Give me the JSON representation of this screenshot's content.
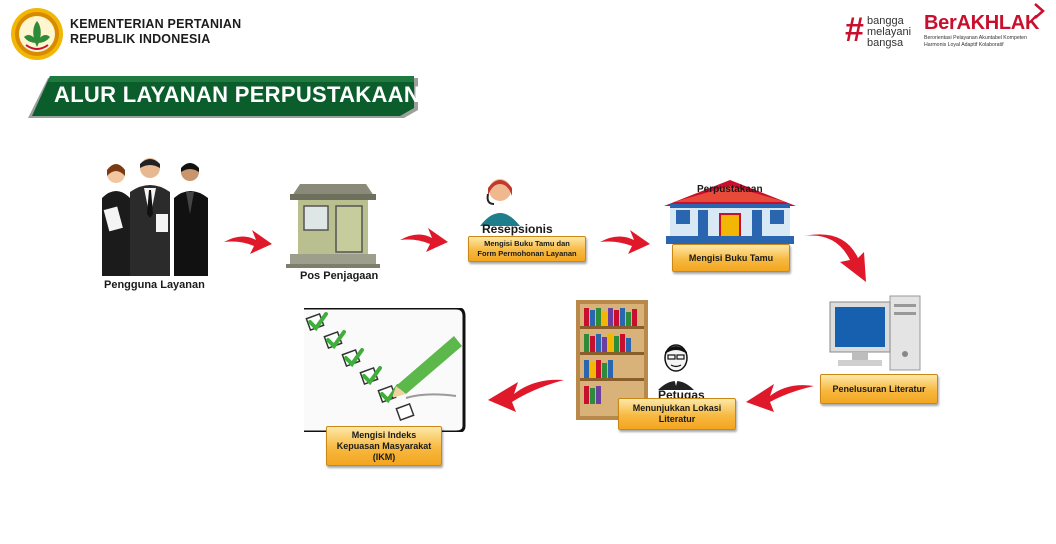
{
  "header": {
    "org_line1": "KEMENTERIAN PERTANIAN",
    "org_line2": "REPUBLIK INDONESIA",
    "bangga": {
      "w1": "bangga",
      "w2": "melayani",
      "w3": "bangsa"
    },
    "berakhlak": {
      "word": "BerAKHLAK",
      "tag1": "Berorientasi Pelayanan Akuntabel Kompeten",
      "tag2": "Harmonis Loyal Adaptif Kolaboratif"
    }
  },
  "title": "ALUR LAYANAN PERPUSTAKAAN",
  "steps": {
    "pengguna": "Pengguna Layanan",
    "pos": "Pos Penjagaan",
    "resepsionis_title": "Resepsionis",
    "resepsionis_box1": "Mengisi Buku Tamu dan",
    "resepsionis_box2": "Form Permohonan Layanan",
    "perpustakaan_sign": "Perpustakaan",
    "perpustakaan_box": "Mengisi Buku Tamu",
    "penelusuran_box": "Penelusuran Literatur",
    "petugas_title": "Petugas",
    "petugas_box1": "Menunjukkan Lokasi",
    "petugas_box2": "Literatur",
    "ikm_box1": "Mengisi Indeks",
    "ikm_box2": "Kepuasan Masyarakat",
    "ikm_box3": "(IKM)"
  },
  "colors": {
    "banner_green": "#0b5e2c",
    "arrow_red": "#e0192a",
    "box_orange": "#f7b941",
    "brand_red": "#c8102e"
  }
}
